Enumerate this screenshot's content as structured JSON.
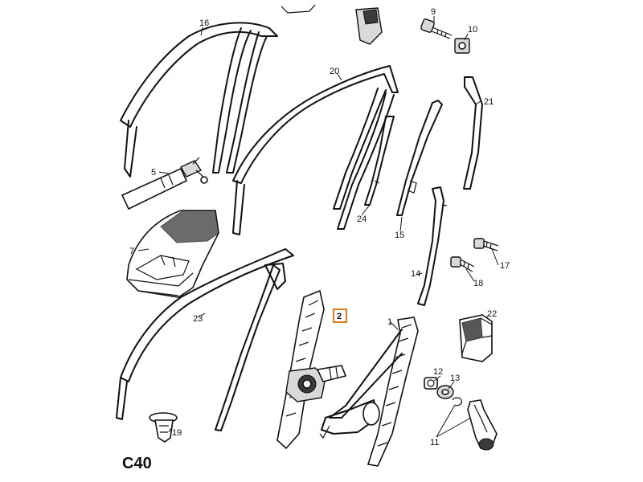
{
  "diagram": {
    "model_code": "C40",
    "highlighted_part": "2",
    "highlight_color": "#e07a1e",
    "part_labels": {
      "p1": "1",
      "p2": "2",
      "p5": "5",
      "p7": "7",
      "p9": "9",
      "p10": "10",
      "p11": "11",
      "p12": "12",
      "p13": "13",
      "p14": "14",
      "p15": "15",
      "p16": "16",
      "p17": "17",
      "p18": "18",
      "p19": "19",
      "p20": "20",
      "p21": "21",
      "p22": "22",
      "p23": "23",
      "p24": "24"
    }
  }
}
